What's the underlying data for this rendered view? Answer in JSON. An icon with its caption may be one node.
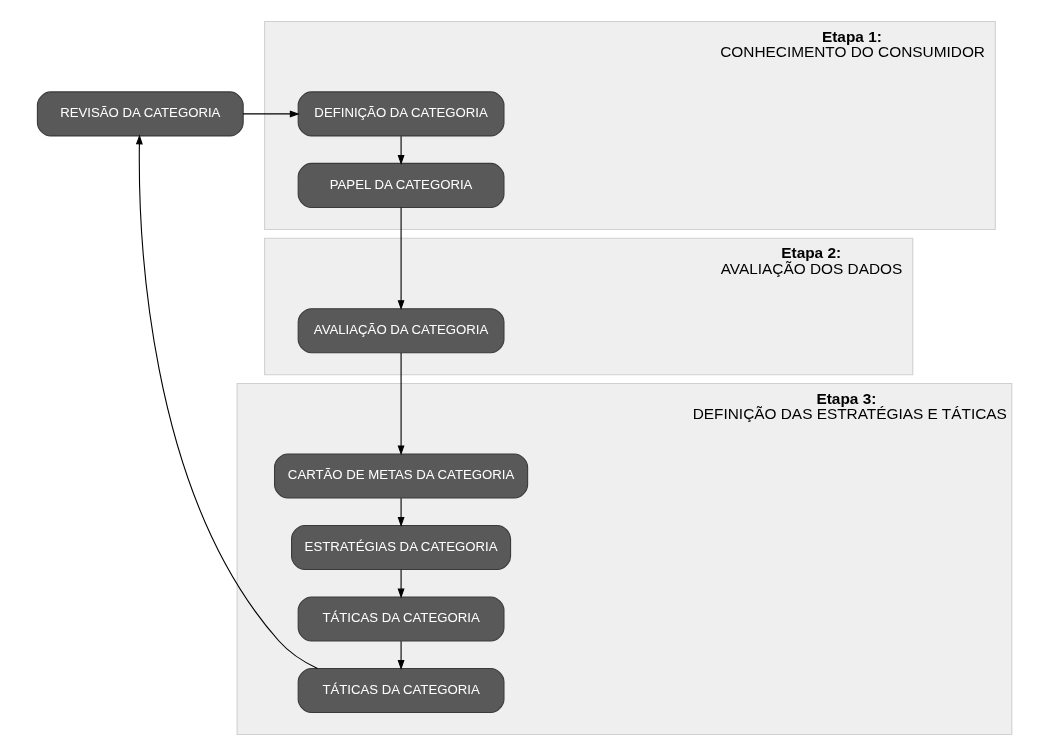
{
  "diagram": {
    "nodes": [
      {
        "text": [
          "Etapa 1:",
          "CONHECIMENTO DO CONSUMIDOR"
        ]
      },
      {
        "text": [
          "DEFINIÇÃO DA CATEGORIA"
        ],
        "in": 0
      },
      {
        "text": [
          "PAPEL DA CATEGORIA"
        ],
        "in": 0
      },
      {
        "text": [
          "Etapa 2:",
          "AVALIAÇÃO DOS DADOS"
        ]
      },
      {
        "text": [
          "AVALIAÇÃO DA CATEGORIA"
        ],
        "in": 3
      },
      {
        "text": [
          "REVISÃO DA CATEGORIA"
        ]
      },
      {
        "text": [
          "Etapa 3:",
          "DEFINIÇÃO DAS ESTRATÉGIAS E TÁTICAS"
        ]
      },
      {
        "text": [
          "CARTÃO DE METAS DA CATEGORIA"
        ],
        "in": 6
      },
      {
        "text": [
          "ESTRATÉGIAS DA CATEGORIA"
        ],
        "in": 6
      },
      {
        "text": [
          "TÁTICAS DA CATEGORIA"
        ],
        "in": 6
      },
      {
        "text": [
          "TÁTICAS DA CATEGORIA"
        ],
        "in": 6
      }
    ],
    "edges": [
      {
        "from": 5,
        "to": 1,
        "arrow": "to"
      },
      {
        "from": 1,
        "to": 2,
        "arrow": "to"
      },
      {
        "from": 2,
        "to": 4,
        "arrow": "to"
      },
      {
        "from": 4,
        "to": 7,
        "arrow": "to"
      },
      {
        "from": 7,
        "to": 8,
        "arrow": "to"
      },
      {
        "from": 8,
        "to": 9,
        "arrow": "to"
      },
      {
        "from": 9,
        "to": 10,
        "arrow": "to"
      },
      {
        "from": 10,
        "to": 5,
        "arrow": "to"
      }
    ]
  }
}
